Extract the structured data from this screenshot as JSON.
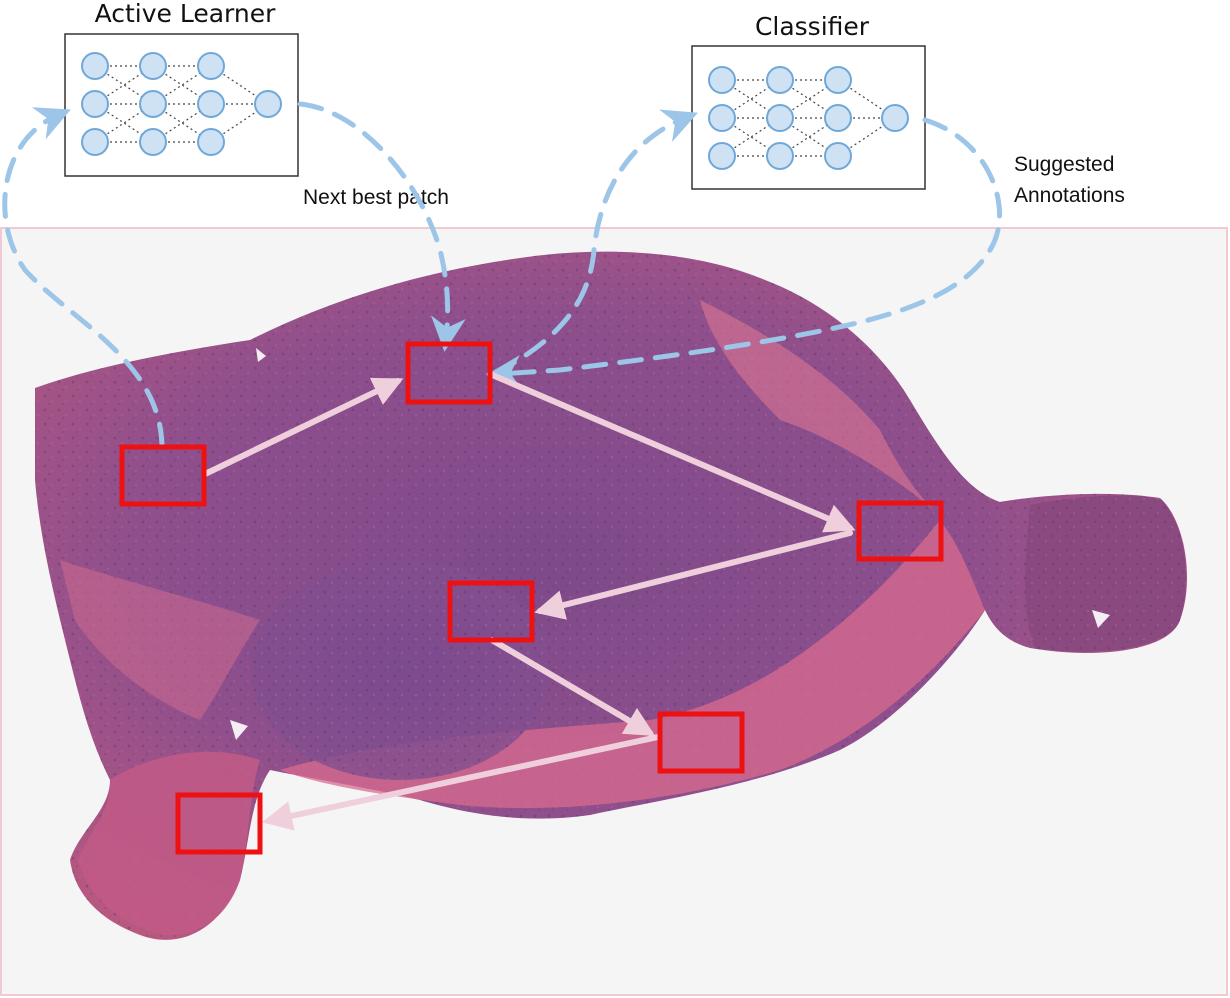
{
  "diagram": {
    "title": "",
    "active_learner": {
      "label": "Active Learner"
    },
    "classifier": {
      "label": "Classifier"
    },
    "next_best_patch": {
      "label": "Next best patch"
    },
    "suggested_annotations": {
      "line1": "Suggested",
      "line2": "Annotations"
    }
  },
  "colors": {
    "patch_outline": "#ee1111",
    "loop_arrow": "#9cc5e8",
    "path_arrow": "#f0cfdc",
    "node_fill": "#cfe2f4",
    "node_stroke": "#6fa8d8",
    "tissue_dark": "#8a4a86",
    "tissue_light": "#e07a96",
    "slide_border": "#f1c9d3"
  },
  "icons": {
    "network": "neural-network-icon"
  }
}
